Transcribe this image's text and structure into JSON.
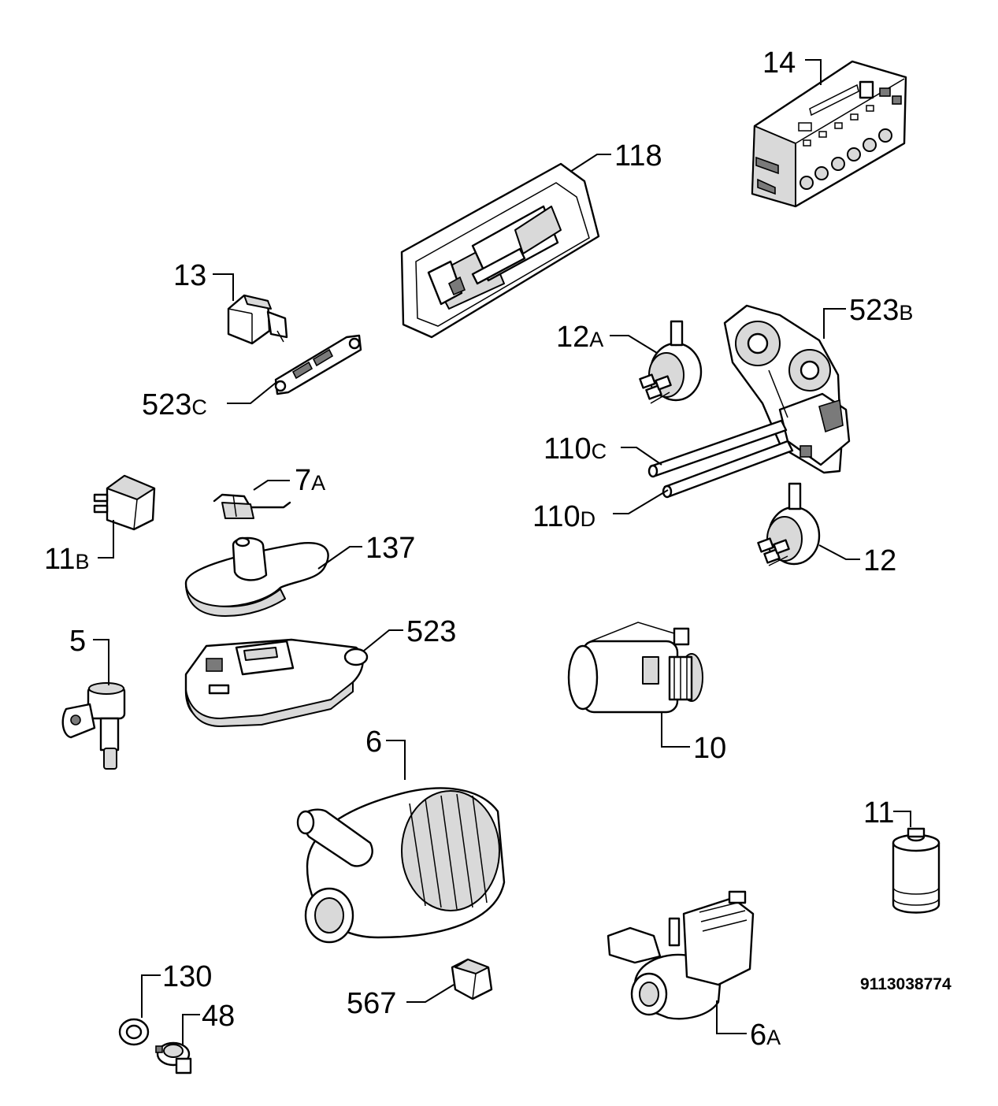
{
  "callouts": {
    "c14": "14",
    "c118": "118",
    "c13": "13",
    "c523c": {
      "num": "523",
      "suf": "C"
    },
    "c523b": {
      "num": "523",
      "suf": "B"
    },
    "c12a": {
      "num": "12",
      "suf": "A"
    },
    "c110c": {
      "num": "110",
      "suf": "C"
    },
    "c110d": {
      "num": "110",
      "suf": "D"
    },
    "c7a": {
      "num": "7",
      "suf": "A"
    },
    "c11b": {
      "num": "11",
      "suf": "B"
    },
    "c137": "137",
    "c12": "12",
    "c5": "5",
    "c523": "523",
    "c10": "10",
    "c6": "6",
    "c11": "11",
    "c130": "130",
    "c48": "48",
    "c567": "567",
    "c6a": {
      "num": "6",
      "suf": "A"
    }
  },
  "document_number": "9113038774"
}
